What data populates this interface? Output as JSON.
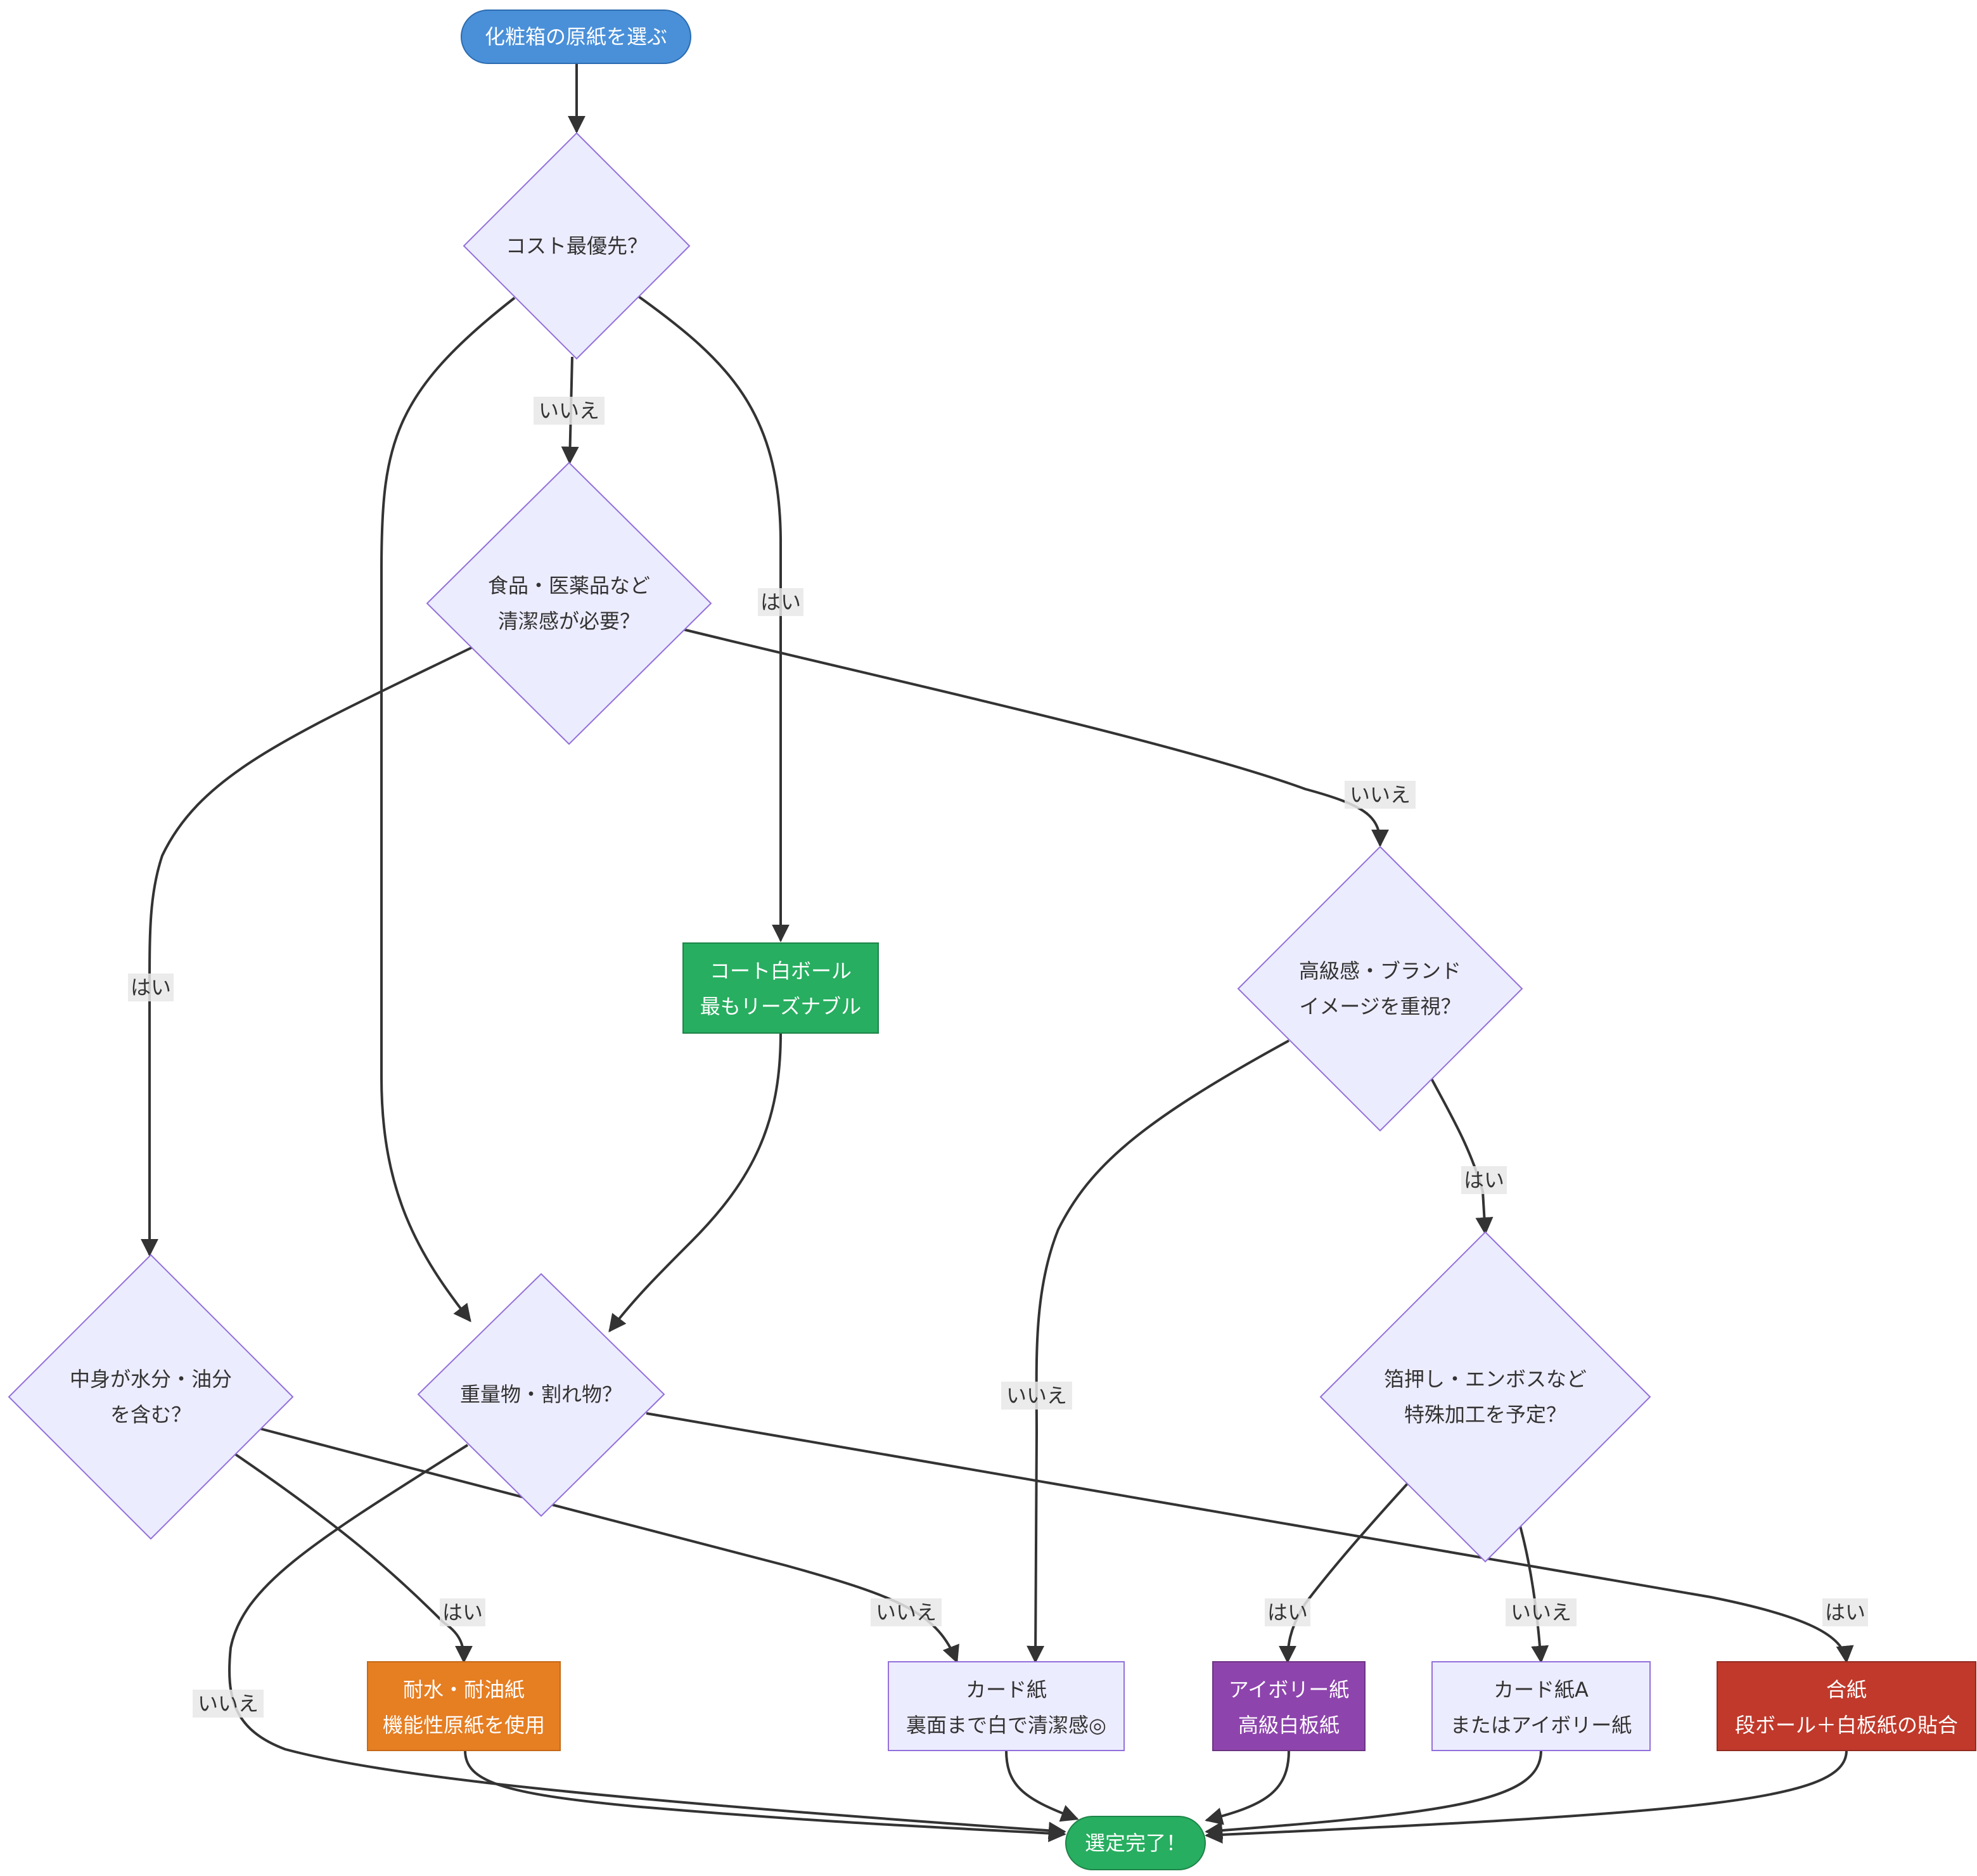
{
  "colors": {
    "decision_fill": "#ececff",
    "decision_stroke": "#9370db",
    "start_fill": "#4a90d9",
    "start_stroke": "#2b6cb0",
    "end_fill": "#27ae60",
    "end_stroke": "#1e8449",
    "coat_fill": "#27ae60",
    "water_fill": "#e67e22",
    "ivory_fill": "#8e44ad",
    "laminate_fill": "#c0392b",
    "plain_fill": "#ececff",
    "dark_text": "#333333",
    "light_text": "#ffffff",
    "edge": "#333333"
  },
  "nodes": {
    "start": {
      "lines": [
        "化粧箱の原紙を選ぶ"
      ]
    },
    "cost": {
      "lines": [
        "コスト最優先？"
      ]
    },
    "food": {
      "lines": [
        "食品・医薬品など",
        "清潔感が必要？"
      ]
    },
    "coat": {
      "lines": [
        "コート白ボール",
        "最もリーズナブル"
      ]
    },
    "luxury": {
      "lines": [
        "高級感・ブランド",
        "イメージを重視？"
      ]
    },
    "water": {
      "lines": [
        "中身が水分・油分",
        "を含む？"
      ]
    },
    "heavy": {
      "lines": [
        "重量物・割れ物？"
      ]
    },
    "foil": {
      "lines": [
        "箔押し・エンボスなど",
        "特殊加工を予定？"
      ]
    },
    "wpaper": {
      "lines": [
        "耐水・耐油紙",
        "機能性原紙を使用"
      ]
    },
    "card": {
      "lines": [
        "カード紙",
        "裏面まで白で清潔感◎"
      ]
    },
    "ivory": {
      "lines": [
        "アイボリー紙",
        "高級白板紙"
      ]
    },
    "carda": {
      "lines": [
        "カード紙A",
        "またはアイボリー紙"
      ]
    },
    "laminate": {
      "lines": [
        "合紙",
        "段ボール＋白板紙の貼合"
      ]
    },
    "end": {
      "lines": [
        "選定完了！"
      ]
    }
  },
  "edges": {
    "cost_no": "いいえ",
    "cost_yes": "はい",
    "food_no": "いいえ",
    "food_yes": "はい",
    "luxury_yes": "はい",
    "luxury_no": "いいえ",
    "water_yes": "はい",
    "water_no": "いいえ",
    "heavy_no": "いいえ",
    "heavy_yes": "はい",
    "foil_yes": "はい",
    "foil_no": "いいえ"
  }
}
